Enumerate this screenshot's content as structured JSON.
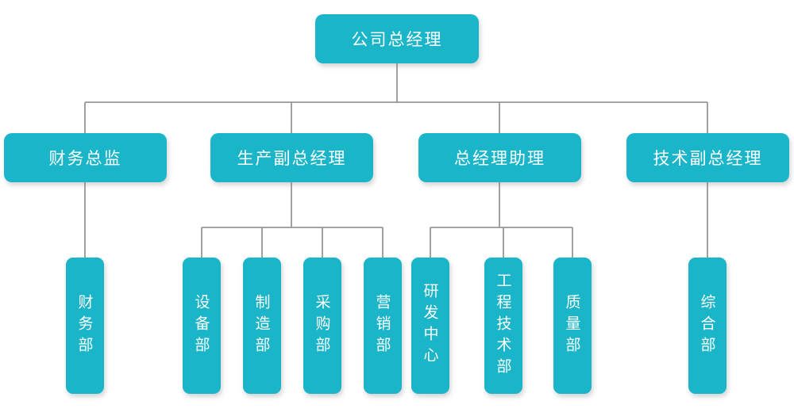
{
  "org_chart": {
    "root": {
      "label": "公司总经理"
    },
    "managers": [
      {
        "label": "财务总监",
        "departments": [
          {
            "label": "财务部"
          }
        ]
      },
      {
        "label": "生产副总经理",
        "departments": [
          {
            "label": "设备部"
          },
          {
            "label": "制造部"
          },
          {
            "label": "采购部"
          },
          {
            "label": "营销部"
          }
        ]
      },
      {
        "label": "总经理助理",
        "departments": [
          {
            "label": "研发中心"
          },
          {
            "label": "工程技术部"
          },
          {
            "label": "质量部"
          }
        ]
      },
      {
        "label": "技术副总经理",
        "departments": [
          {
            "label": "综合部"
          }
        ]
      }
    ],
    "colors": {
      "box_fill": "#1AB5C8",
      "connector": "#979797",
      "text": "#FFFFFF",
      "background": "#FFFFFF"
    }
  }
}
